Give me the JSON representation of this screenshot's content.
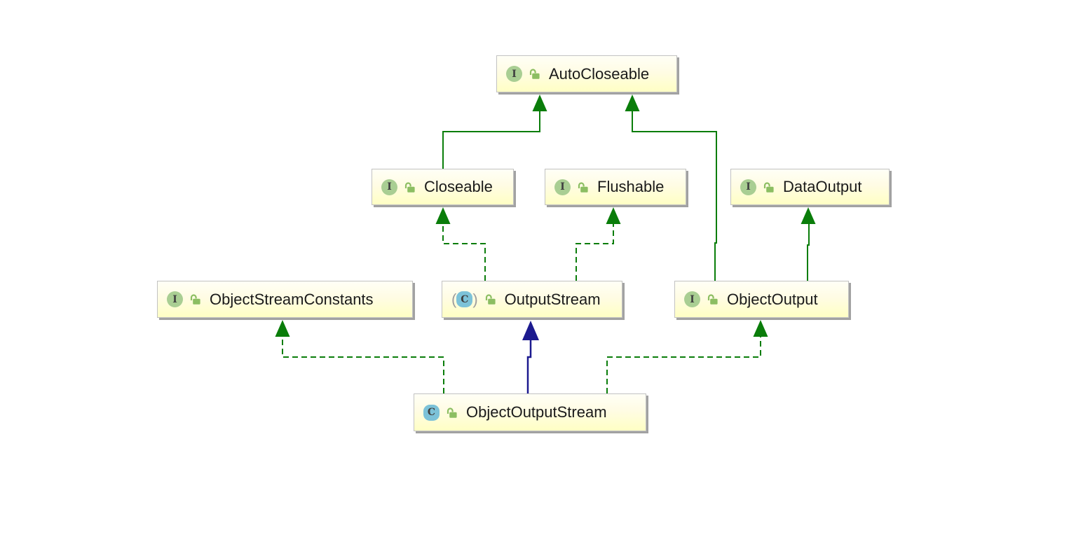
{
  "diagram": {
    "tool": "uml-class-diagram",
    "nodes": [
      {
        "id": "AutoCloseable",
        "label": "AutoCloseable",
        "kind": "interface",
        "icon": "interface-icon",
        "icon_letter": "I",
        "lock": "open-lock-icon"
      },
      {
        "id": "Closeable",
        "label": "Closeable",
        "kind": "interface",
        "icon": "interface-icon",
        "icon_letter": "I",
        "lock": "open-lock-icon"
      },
      {
        "id": "Flushable",
        "label": "Flushable",
        "kind": "interface",
        "icon": "interface-icon",
        "icon_letter": "I",
        "lock": "open-lock-icon"
      },
      {
        "id": "DataOutput",
        "label": "DataOutput",
        "kind": "interface",
        "icon": "interface-icon",
        "icon_letter": "I",
        "lock": "open-lock-icon"
      },
      {
        "id": "ObjectStreamConstants",
        "label": "ObjectStreamConstants",
        "kind": "interface",
        "icon": "interface-icon",
        "icon_letter": "I",
        "lock": "open-lock-icon"
      },
      {
        "id": "OutputStream",
        "label": "OutputStream",
        "kind": "abstract-class",
        "icon": "abstract-class-icon",
        "icon_letter": "C",
        "paren_open": "(",
        "paren_close": ")",
        "lock": "open-lock-icon"
      },
      {
        "id": "ObjectOutput",
        "label": "ObjectOutput",
        "kind": "interface",
        "icon": "interface-icon",
        "icon_letter": "I",
        "lock": "open-lock-icon"
      },
      {
        "id": "ObjectOutputStream",
        "label": "ObjectOutputStream",
        "kind": "class",
        "icon": "class-icon",
        "icon_letter": "C",
        "lock": "open-lock-icon"
      }
    ],
    "edges": [
      {
        "from": "Closeable",
        "to": "AutoCloseable",
        "relation": "extends",
        "line": "solid",
        "color": "#0a7d0a"
      },
      {
        "from": "ObjectOutput",
        "to": "AutoCloseable",
        "relation": "extends",
        "line": "solid",
        "color": "#0a7d0a"
      },
      {
        "from": "ObjectOutput",
        "to": "DataOutput",
        "relation": "extends",
        "line": "solid",
        "color": "#0a7d0a"
      },
      {
        "from": "OutputStream",
        "to": "Closeable",
        "relation": "implements",
        "line": "dashed",
        "color": "#0a7d0a"
      },
      {
        "from": "OutputStream",
        "to": "Flushable",
        "relation": "implements",
        "line": "dashed",
        "color": "#0a7d0a"
      },
      {
        "from": "ObjectOutputStream",
        "to": "ObjectStreamConstants",
        "relation": "implements",
        "line": "dashed",
        "color": "#0a7d0a"
      },
      {
        "from": "ObjectOutputStream",
        "to": "ObjectOutput",
        "relation": "implements",
        "line": "dashed",
        "color": "#0a7d0a"
      },
      {
        "from": "ObjectOutputStream",
        "to": "OutputStream",
        "relation": "extends",
        "line": "solid",
        "color": "#1c1a8f"
      }
    ],
    "colors": {
      "extends_interface_arrow": "#0a7d0a",
      "extends_class_arrow": "#1c1a8f",
      "node_fill_top": "#fffff6",
      "node_fill_bottom": "#ffffc4",
      "node_border": "#c2c2c2",
      "node_shadow": "#a2a2a2",
      "interface_icon_bg": "#a9ce93",
      "class_icon_bg": "#7cc2d8",
      "lock_icon": "#8cbe62",
      "label_text": "#1a1a1a"
    }
  }
}
